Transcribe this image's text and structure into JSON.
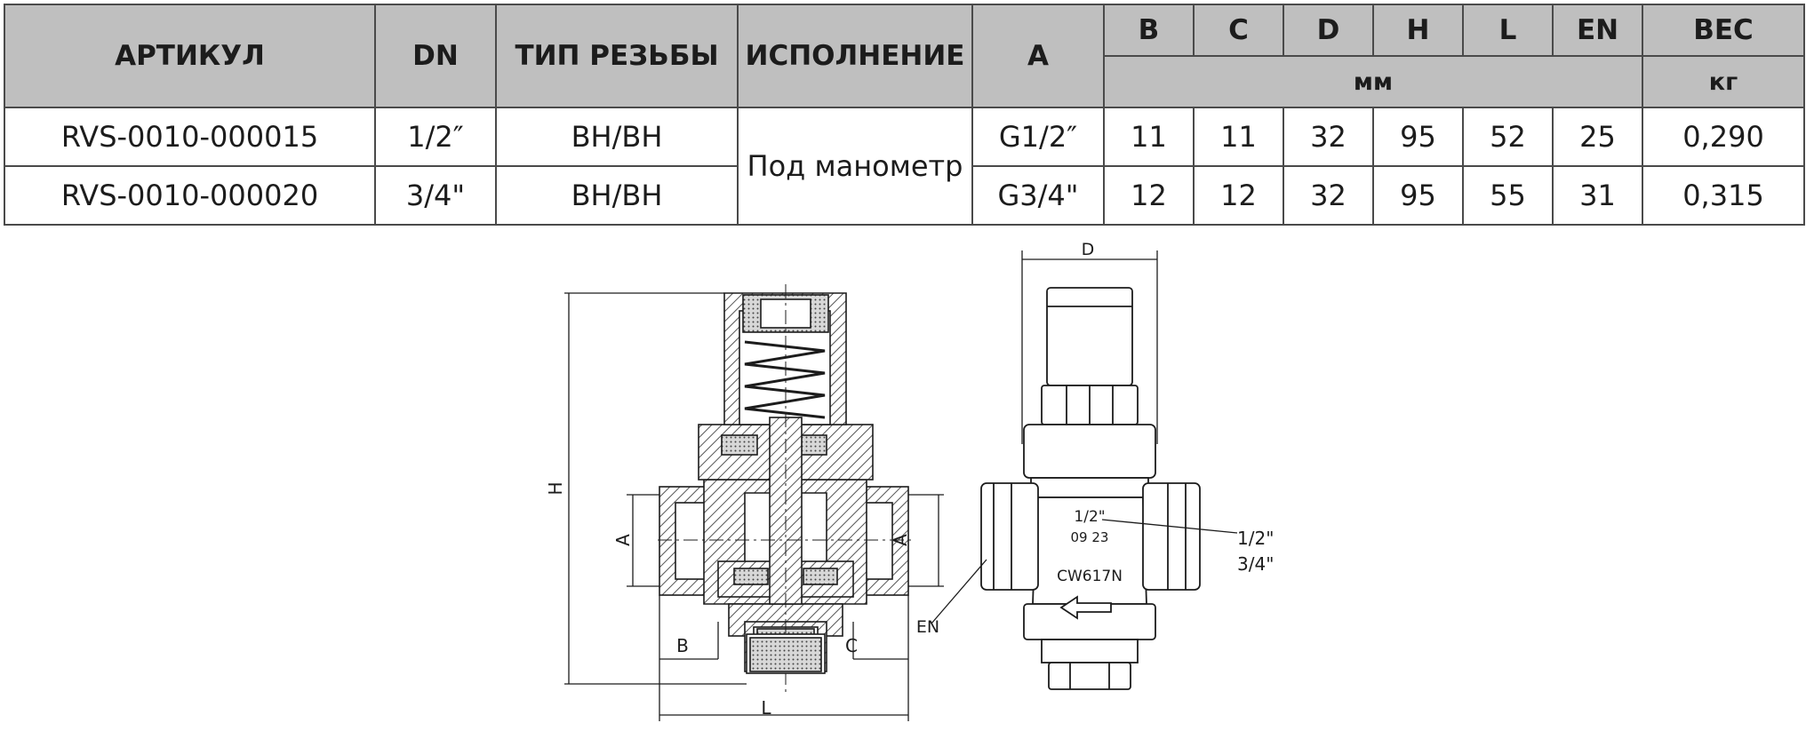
{
  "table": {
    "headers": {
      "artikul": "АРТИКУЛ",
      "dn": "DN",
      "thread_type": "ТИП РЕЗЬБЫ",
      "version": "ИСПОЛНЕНИЕ",
      "a": "A",
      "b": "B",
      "c": "C",
      "d": "D",
      "h": "H",
      "l": "L",
      "en": "EN",
      "weight": "ВЕС",
      "unit_mm": "мм",
      "unit_kg": "кг"
    },
    "rows": [
      {
        "artikul": "RVS-0010-000015",
        "dn": "1/2″",
        "thread_type": "ВН/ВН",
        "a": "G1/2″",
        "b": "11",
        "c": "11",
        "d": "32",
        "h": "95",
        "l": "52",
        "en": "25",
        "weight": "0,290"
      },
      {
        "artikul": "RVS-0010-000020",
        "dn": "3/4\"",
        "thread_type": "ВН/ВН",
        "a": "G3/4\"",
        "b": "12",
        "c": "12",
        "d": "32",
        "h": "95",
        "l": "55",
        "en": "31",
        "weight": "0,315"
      }
    ],
    "version_merged": "Под манометр"
  },
  "drawing": {
    "labels": {
      "h": "H",
      "a_left": "A",
      "a_right": "A",
      "b": "B",
      "c": "C",
      "l": "L",
      "d": "D",
      "en": "EN",
      "body_size": "1/2\"",
      "body_date": "09 23",
      "body_material": "CW617N",
      "callout_1": "1/2\"",
      "callout_2": "3/4\""
    },
    "colors": {
      "line": "#1c1c1c",
      "header_bg": "#bfbfbf",
      "hatch": "#555555"
    }
  }
}
